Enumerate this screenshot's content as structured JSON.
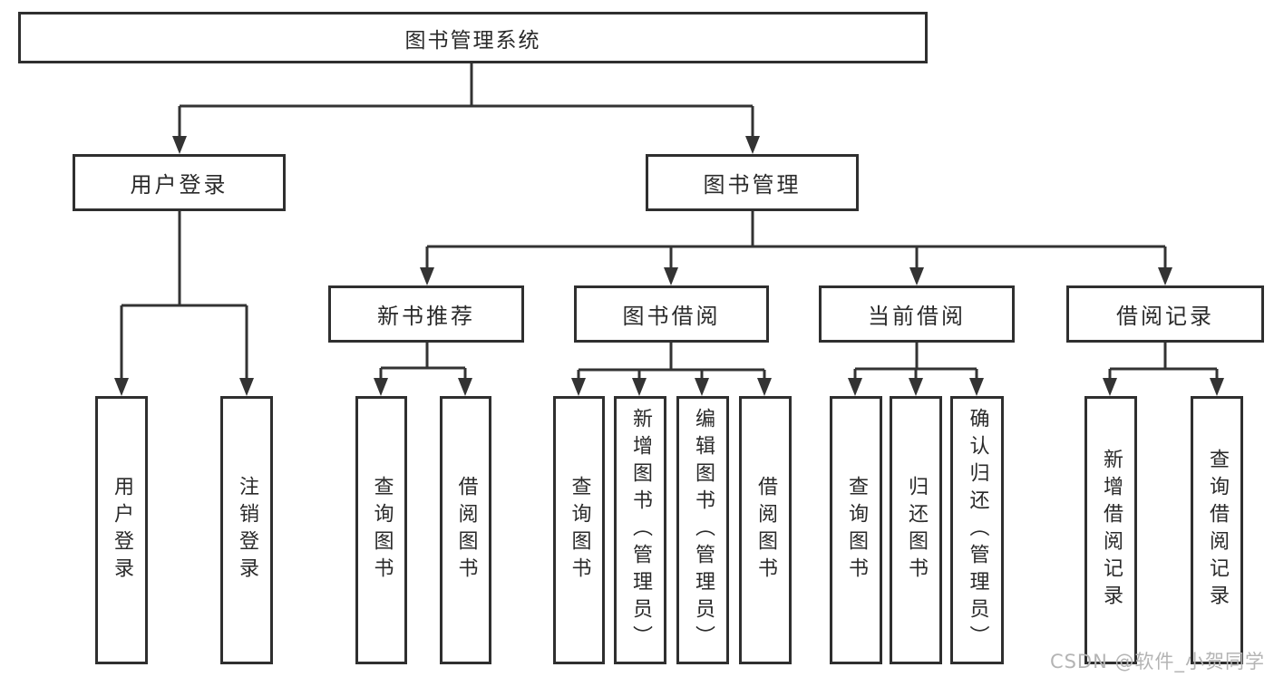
{
  "tree": {
    "root": {
      "label": "图书管理系统"
    },
    "branches": [
      {
        "label": "用户登录",
        "children": [
          {
            "label": "用户登录"
          },
          {
            "label": "注销登录"
          }
        ]
      },
      {
        "label": "图书管理",
        "children": [
          {
            "label": "新书推荐",
            "children": [
              {
                "label": "查询图书"
              },
              {
                "label": "借阅图书"
              }
            ]
          },
          {
            "label": "图书借阅",
            "children": [
              {
                "label": "查询图书"
              },
              {
                "label": "新增图书（管理员）"
              },
              {
                "label": "编辑图书（管理员）"
              },
              {
                "label": "借阅图书"
              }
            ]
          },
          {
            "label": "当前借阅",
            "children": [
              {
                "label": "查询图书"
              },
              {
                "label": "归还图书"
              },
              {
                "label": "确认归还（管理员）"
              }
            ]
          },
          {
            "label": "借阅记录",
            "children": [
              {
                "label": "新增借阅记录"
              },
              {
                "label": "查询借阅记录"
              }
            ]
          }
        ]
      }
    ]
  },
  "watermark": {
    "text": "CSDN @软件_小贺同学",
    "color": "#b4b4b4"
  },
  "colors": {
    "line": "#333333",
    "box_border": "#2f2f2f",
    "text": "#2a2a2a",
    "background": "#ffffff"
  }
}
